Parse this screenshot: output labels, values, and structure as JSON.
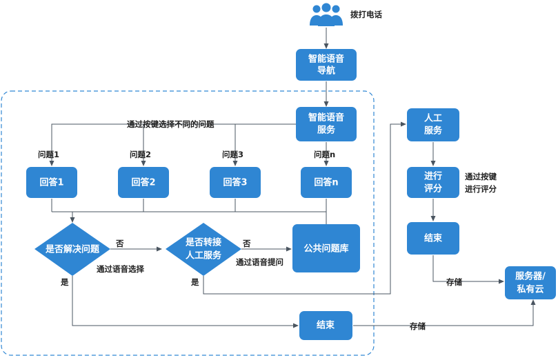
{
  "caller": "拨打电话",
  "nav": {
    "line1": "智能语音",
    "line2": "导航"
  },
  "service": {
    "line1": "智能语音",
    "line2": "服务"
  },
  "select_label": "通过按键选择不同的问题",
  "questions": [
    "问题1",
    "问题2",
    "问题3",
    "问题n"
  ],
  "answers": [
    "回答1",
    "回答2",
    "回答3",
    "回答n"
  ],
  "decision1": "是否解决问题",
  "decision2": {
    "line1": "是否转接",
    "line2": "人工服务"
  },
  "no_label": "否",
  "yes_label": "是",
  "voice_select": "通过语音选择",
  "voice_ask": "通过语音提问",
  "faq": "公共问题库",
  "end": "结束",
  "store": "存储",
  "human": {
    "line1": "人工",
    "line2": "服务"
  },
  "rate": {
    "line1": "进行",
    "line2": "评分"
  },
  "rate_note": {
    "line1": "通过按键",
    "line2": "进行评分"
  },
  "server": {
    "line1": "服务器/",
    "line2": "私有云"
  },
  "colors": {
    "box": "#2f86d3",
    "line": "#4a5560",
    "dash": "#2f86d3"
  },
  "icons": [
    "people-icon"
  ]
}
